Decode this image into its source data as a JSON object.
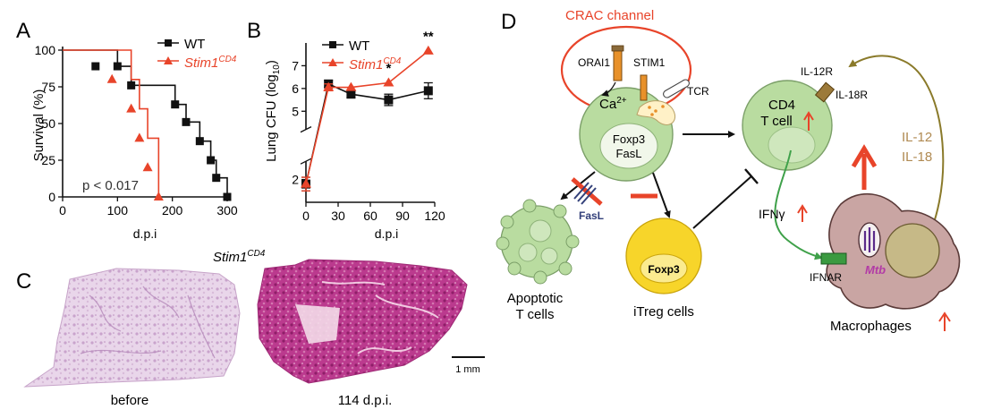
{
  "panels": {
    "a": "A",
    "b": "B",
    "c": "C",
    "d": "D"
  },
  "chart_data": [
    {
      "type": "line",
      "chart_kind": "survival step curve",
      "xlabel": "d.p.i",
      "ylabel": "Survival (%)",
      "xlim": [
        0,
        300
      ],
      "ylim": [
        0,
        100
      ],
      "xticks": [
        "0",
        "100",
        "200",
        "300"
      ],
      "yticks": [
        "0",
        "25",
        "50",
        "75",
        "100"
      ],
      "annotation": "p < 0.017",
      "legend_position": "top-right",
      "series": [
        {
          "name": "WT",
          "color": "#111111",
          "marker": "square",
          "x": [
            0,
            60,
            100,
            125,
            205,
            225,
            250,
            270,
            280,
            300
          ],
          "y": [
            100,
            100,
            89,
            76,
            63,
            51,
            38,
            25,
            13,
            0
          ],
          "markers_x": [
            60,
            100,
            125,
            205,
            225,
            250,
            270,
            280,
            300
          ],
          "markers_y": [
            89,
            89,
            76,
            63,
            51,
            38,
            25,
            13,
            0
          ]
        },
        {
          "name": "Stim1",
          "name_sup": "CD4",
          "color": "#e8442a",
          "marker": "triangle",
          "x": [
            0,
            90,
            125,
            140,
            155,
            175
          ],
          "y": [
            100,
            100,
            80,
            60,
            40,
            20
          ],
          "drop_to": [
            175,
            0
          ],
          "markers_x": [
            90,
            125,
            140,
            155,
            175
          ],
          "markers_y": [
            80,
            60,
            40,
            20,
            0
          ]
        }
      ]
    },
    {
      "type": "line",
      "xlabel": "d.p.i",
      "ylabel": "Lung CFU (log",
      "ylabel_sub": "10",
      "ylabel_end": ")",
      "xlim": [
        0,
        120
      ],
      "ylim": [
        1,
        8
      ],
      "xticks": [
        "0",
        "30",
        "60",
        "90",
        "120"
      ],
      "yticks": [
        "2",
        "5",
        "6",
        "7"
      ],
      "legend_position": "top-left",
      "significance": [
        {
          "x": 77,
          "y": 6.7,
          "text": "*"
        },
        {
          "x": 114,
          "y": 8.1,
          "text": "**"
        }
      ],
      "series": [
        {
          "name": "WT",
          "color": "#111111",
          "marker": "square",
          "x": [
            0,
            21,
            42,
            77,
            114
          ],
          "y": [
            1.8,
            6.2,
            5.75,
            5.5,
            5.9
          ],
          "err": [
            0.3,
            0.15,
            0.15,
            0.25,
            0.35
          ]
        },
        {
          "name": "Stim1",
          "name_sup": "CD4",
          "color": "#e8442a",
          "marker": "triangle",
          "x": [
            0,
            21,
            42,
            77,
            114
          ],
          "y": [
            1.8,
            6.05,
            6.05,
            6.25,
            7.65
          ],
          "err": [
            0.3,
            0.15,
            0,
            0,
            0
          ]
        }
      ]
    }
  ],
  "histology": {
    "title": "Stim1",
    "title_sup": "CD4",
    "left_caption": "before",
    "right_caption": "114 d.p.i.",
    "scale_bar": "1 mm"
  },
  "diagram": {
    "crac_label": "CRAC channel",
    "orai1": "ORAI1",
    "stim1": "STIM1",
    "calcium": "Ca",
    "calcium_sup": "2+",
    "tcr": "TCR",
    "foxp3_fasl_1": "Foxp3",
    "foxp3_fasl_2": "FasL",
    "fasl": "FasL",
    "apoptotic_1": "Apoptotic",
    "apoptotic_2": "T cells",
    "itreg_inner": "Foxp3",
    "itreg_label": "iTreg cells",
    "cd4_1": "CD4",
    "cd4_2": "T cell",
    "il12r": "IL-12R",
    "il18r": "IL-18R",
    "il12": "IL-12",
    "il18": "IL-18",
    "ifng": "IFNγ",
    "ifnar": "IFNAR",
    "mtb": "Mtb",
    "macrophages": "Macrophages",
    "colors": {
      "cell_green": "#b9dca0",
      "nucleus_green": "#e3f1d6",
      "itreg_yellow": "#f7d52a",
      "macrophage": "#c9a5a3",
      "red": "#e8442a",
      "olive": "#8a7a2a",
      "arrow_green": "#3fa14a",
      "orange": "#e8912a",
      "purple": "#b23aa6"
    }
  }
}
